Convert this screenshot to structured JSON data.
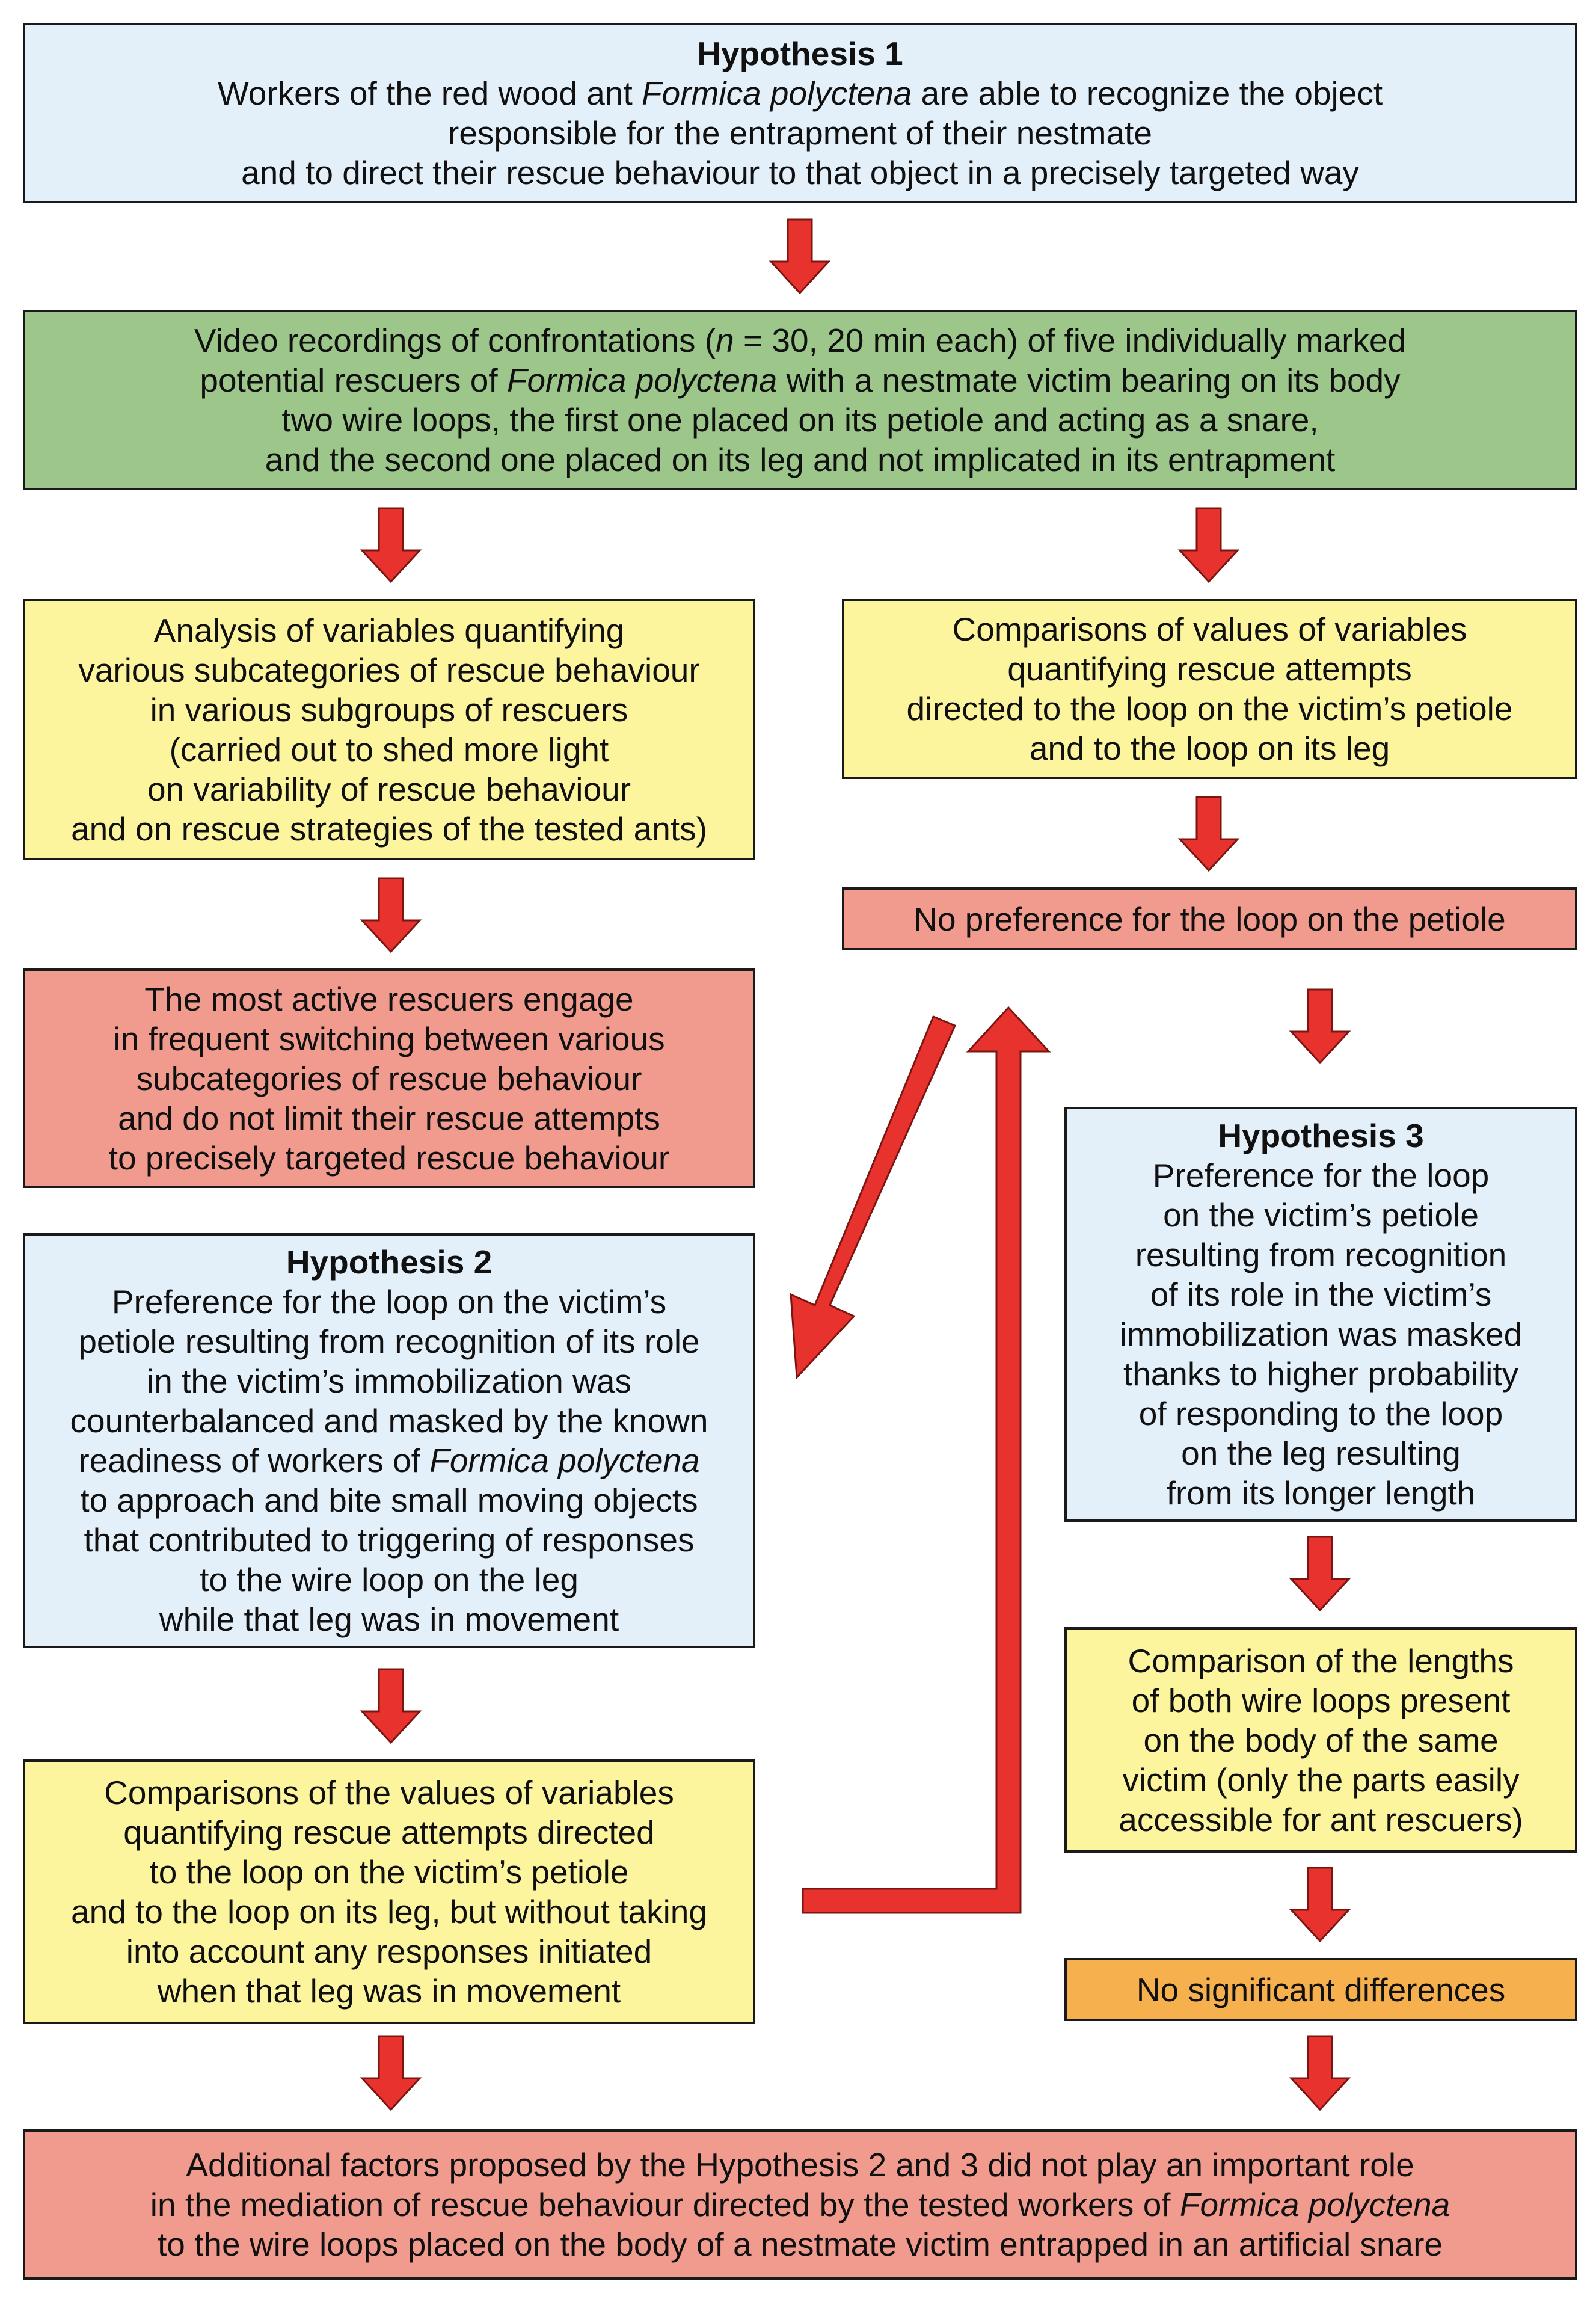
{
  "colors": {
    "hypothesis_box": "#e3eff9",
    "method_box": "#9dc78a",
    "analysis_box": "#fdf59d",
    "result_box": "#f19a8e",
    "nodiff_box": "#f6b04e",
    "arrow_fill": "#e8322d",
    "arrow_stroke": "#7a1512"
  },
  "boxes": {
    "hypothesis1": {
      "title": "Hypothesis 1",
      "lines": [
        [
          "Workers of the red wood ant ",
          "Formica polyctena",
          " are able to recognize the object"
        ],
        [
          "responsible for the entrapment of their nestmate",
          "",
          ""
        ],
        [
          "and to direct their rescue behaviour to that object in a precisely targeted way",
          "",
          ""
        ]
      ]
    },
    "video": {
      "lines": [
        [
          "Video recordings of confrontations (",
          "n",
          " = 30, 20 min each) of five individually marked"
        ],
        [
          "potential rescuers of ",
          "Formica polyctena",
          " with a nestmate victim bearing on its body"
        ],
        [
          "two wire loops, the first one placed on its petiole and acting as a snare,",
          "",
          ""
        ],
        [
          "and the second one placed on its leg and not implicated in its entrapment",
          "",
          ""
        ]
      ]
    },
    "analysis": {
      "lines": [
        [
          "Analysis of variables quantifying",
          "",
          ""
        ],
        [
          "various subcategories of rescue behaviour",
          "",
          ""
        ],
        [
          "in various subgroups of rescuers",
          "",
          ""
        ],
        [
          "(carried out to shed more light",
          "",
          ""
        ],
        [
          "on variability of rescue behaviour",
          "",
          ""
        ],
        [
          "and on rescue strategies of the tested ants)",
          "",
          ""
        ]
      ]
    },
    "comparisons1": {
      "lines": [
        [
          "Comparisons of values of variables",
          "",
          ""
        ],
        [
          "quantifying rescue attempts",
          "",
          ""
        ],
        [
          "directed to the loop on the victim’s petiole",
          "",
          ""
        ],
        [
          "and to the loop on its leg",
          "",
          ""
        ]
      ]
    },
    "no_preference": {
      "lines": [
        [
          "No preference for the loop on the petiole",
          "",
          ""
        ]
      ]
    },
    "most_active": {
      "lines": [
        [
          "The most active rescuers engage",
          "",
          ""
        ],
        [
          "in frequent switching between various",
          "",
          ""
        ],
        [
          "subcategories of rescue behaviour",
          "",
          ""
        ],
        [
          "and do not limit their rescue attempts",
          "",
          ""
        ],
        [
          "to precisely targeted rescue behaviour",
          "",
          ""
        ]
      ]
    },
    "hypothesis2": {
      "title": "Hypothesis 2",
      "lines": [
        [
          "Preference for the loop on the victim’s",
          "",
          ""
        ],
        [
          "petiole resulting from recognition of its role",
          "",
          ""
        ],
        [
          "in the victim’s immobilization was",
          "",
          ""
        ],
        [
          "counterbalanced and masked by the known",
          "",
          ""
        ],
        [
          "readiness of workers of ",
          "Formica polyctena",
          ""
        ],
        [
          "to approach and bite small moving objects",
          "",
          ""
        ],
        [
          "that contributed to triggering of responses",
          "",
          ""
        ],
        [
          "to the wire loop on the leg",
          "",
          ""
        ],
        [
          "while that leg was in movement",
          "",
          ""
        ]
      ]
    },
    "hypothesis3": {
      "title": "Hypothesis 3",
      "lines": [
        [
          "Preference for the loop",
          "",
          ""
        ],
        [
          "on the victim’s petiole",
          "",
          ""
        ],
        [
          "resulting from recognition",
          "",
          ""
        ],
        [
          "of its role in the victim’s",
          "",
          ""
        ],
        [
          "immobilization was masked",
          "",
          ""
        ],
        [
          "thanks to higher probability",
          "",
          ""
        ],
        [
          "of responding to the loop",
          "",
          ""
        ],
        [
          "on the leg resulting",
          "",
          ""
        ],
        [
          "from its longer length",
          "",
          ""
        ]
      ]
    },
    "comparisons2": {
      "lines": [
        [
          "Comparisons of the values of variables",
          "",
          ""
        ],
        [
          "quantifying rescue attempts directed",
          "",
          ""
        ],
        [
          "to the loop on the victim’s petiole",
          "",
          ""
        ],
        [
          "and to the loop on its leg, but without taking",
          "",
          ""
        ],
        [
          "into account any responses initiated",
          "",
          ""
        ],
        [
          "when that leg was in movement",
          "",
          ""
        ]
      ]
    },
    "lengths": {
      "lines": [
        [
          "Comparison of the lengths",
          "",
          ""
        ],
        [
          "of both wire loops present",
          "",
          ""
        ],
        [
          "on the body of the same",
          "",
          ""
        ],
        [
          "victim (only the parts easily",
          "",
          ""
        ],
        [
          "accessible for ant rescuers)",
          "",
          ""
        ]
      ]
    },
    "no_differences": {
      "lines": [
        [
          "No significant differences",
          "",
          ""
        ]
      ]
    },
    "conclusion": {
      "lines": [
        [
          "Additional factors proposed by the Hypothesis 2 and 3 did not play an important role",
          "",
          ""
        ],
        [
          "in the mediation of rescue behaviour directed by the tested workers of ",
          "Formica polyctena",
          ""
        ],
        [
          "to the wire loops placed on the body of a nestmate victim entrapped in an artificial snare",
          "",
          ""
        ]
      ]
    }
  }
}
